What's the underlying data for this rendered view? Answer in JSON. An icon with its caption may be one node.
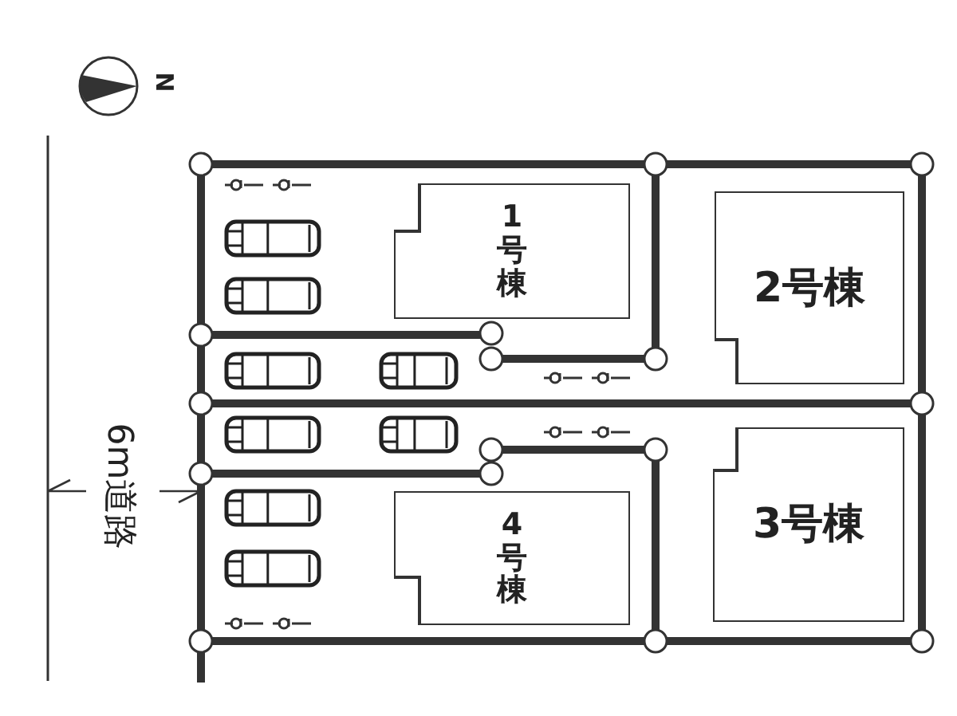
{
  "diagram": {
    "nodes": [
      {
        "text": [
          "1号棟"
        ]
      },
      {
        "text": [
          "2号棟"
        ]
      },
      {
        "text": [
          "3号棟"
        ]
      },
      {
        "text": [
          "4号棟"
        ]
      }
    ],
    "labels": [
      "N",
      "6m道路"
    ]
  }
}
